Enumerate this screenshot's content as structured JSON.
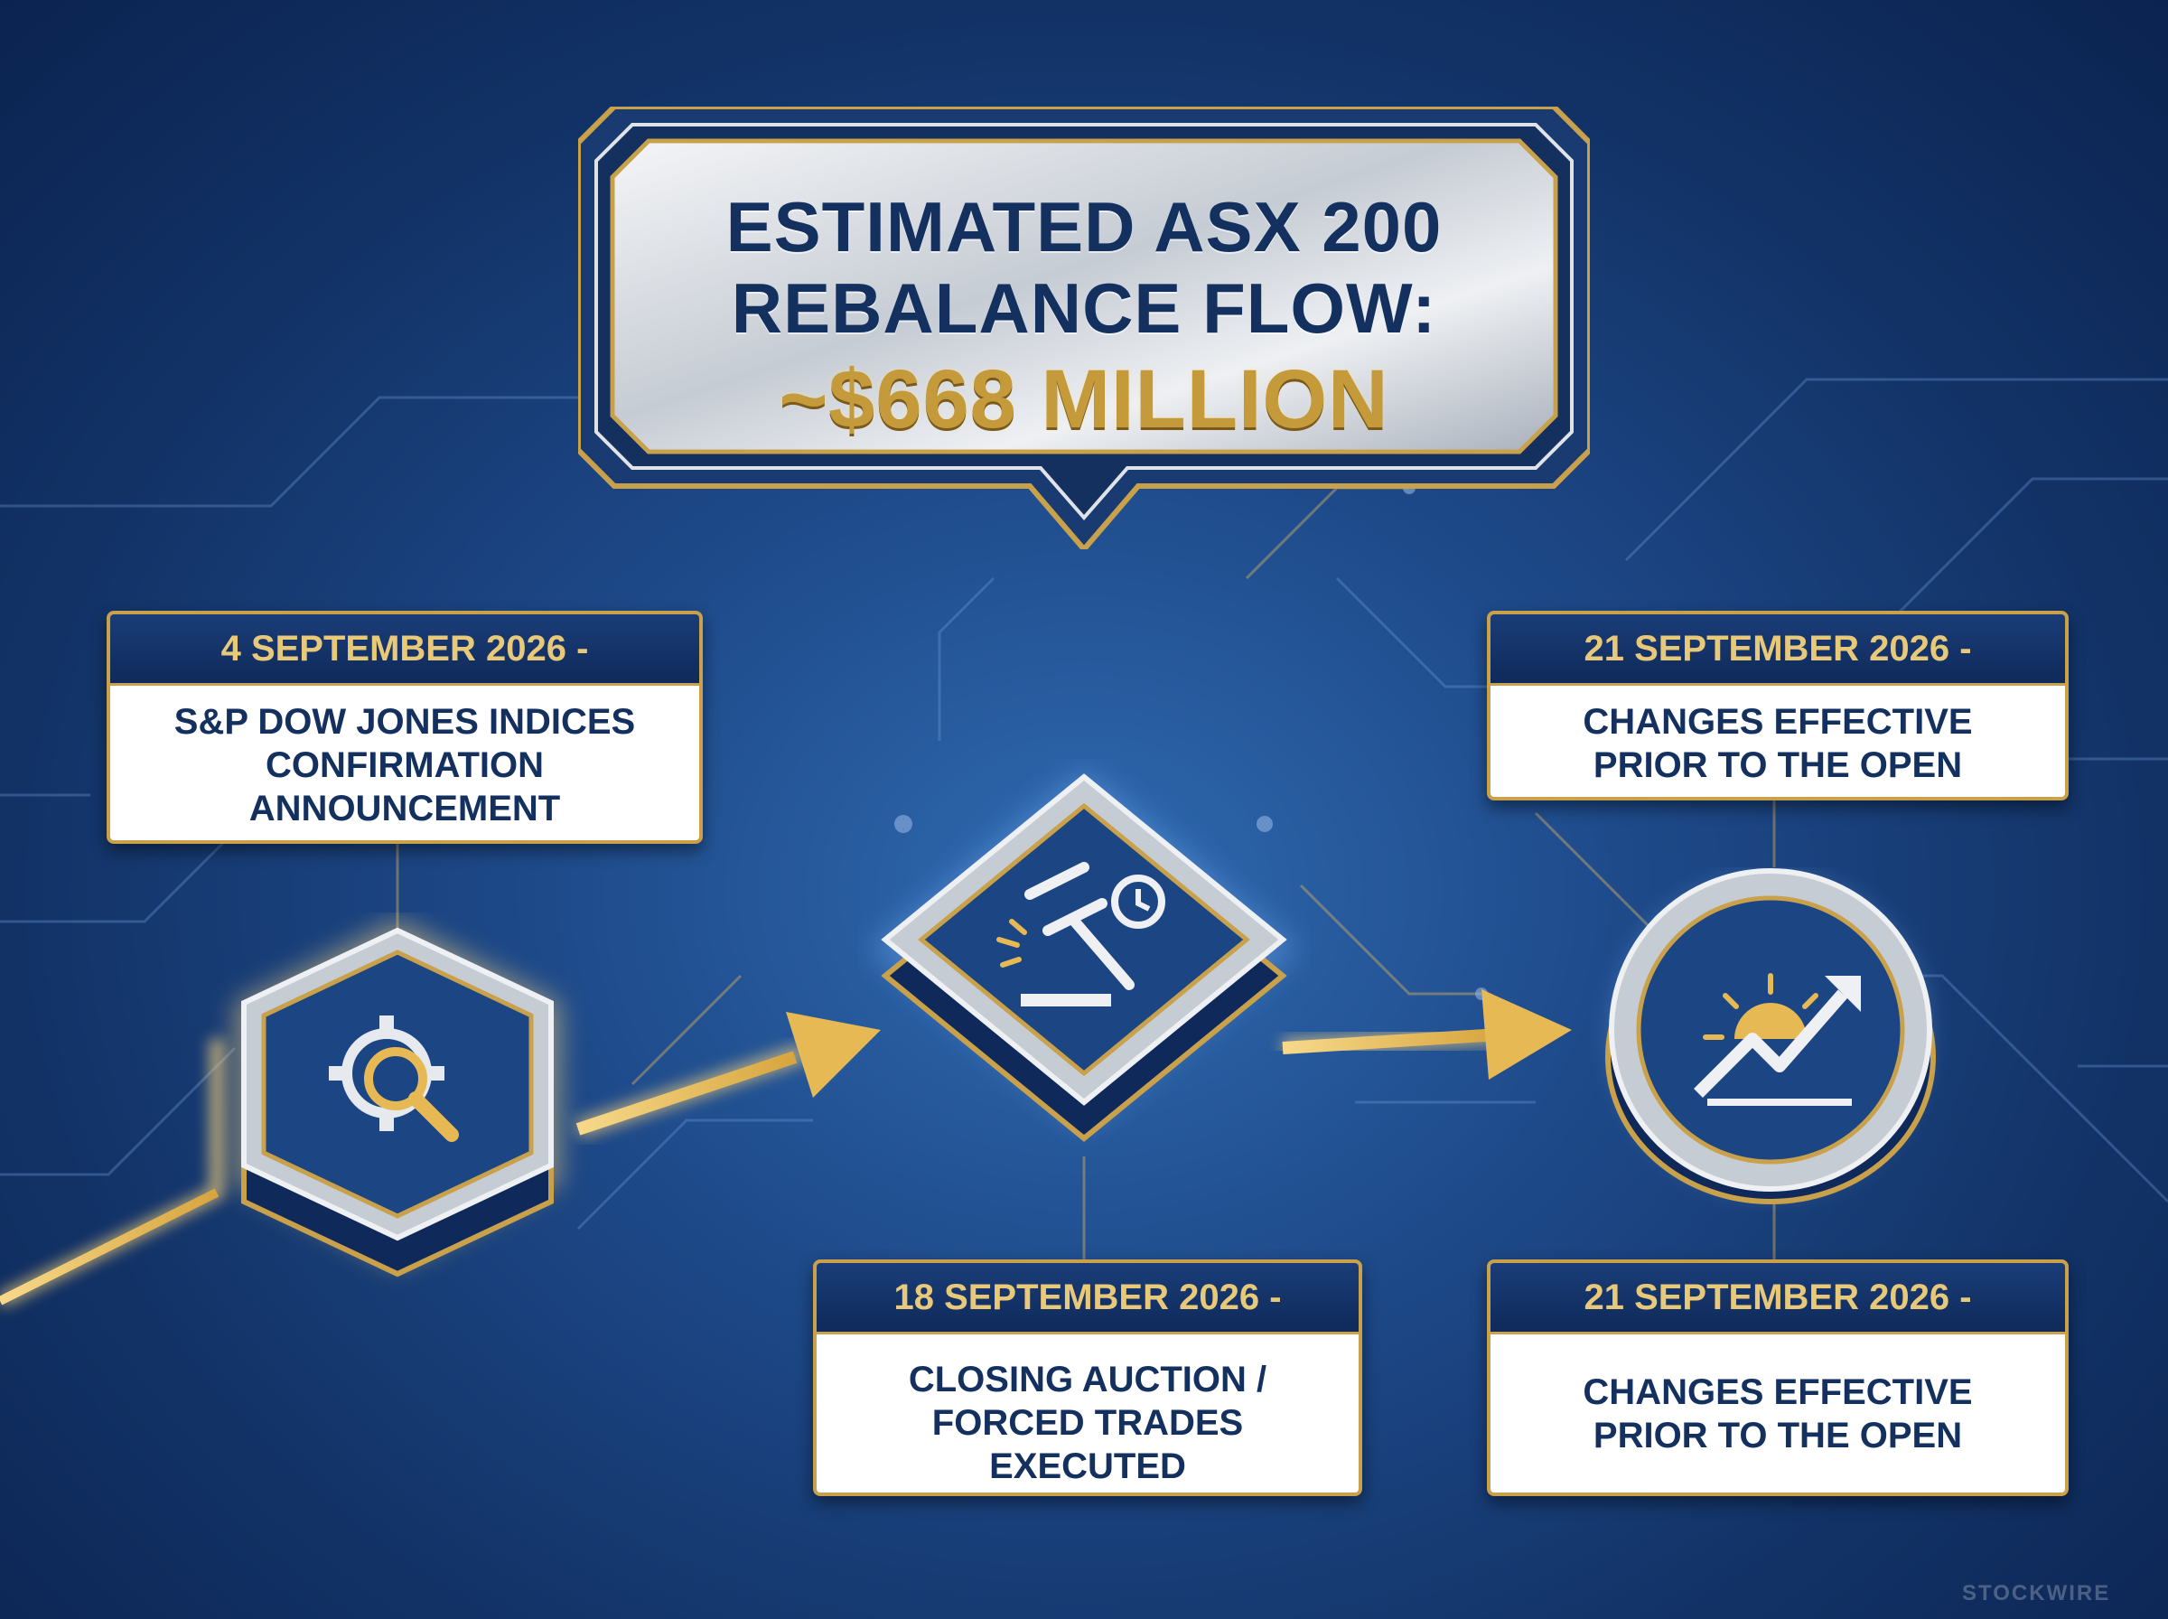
{
  "title": {
    "line1": "ESTIMATED ASX 200",
    "line2": "REBALANCE FLOW:",
    "line3": "~$668 MILLION"
  },
  "events": [
    {
      "date": "4 SEPTEMBER 2026 -",
      "description": "S&P DOW JONES INDICES\nCONFIRMATION\nANNOUNCEMENT",
      "icon": "gear-magnifier-icon"
    },
    {
      "date": "18 SEPTEMBER 2026 -",
      "description": "CLOSING AUCTION /\nFORCED TRADES\nEXECUTED",
      "icon": "gavel-clock-icon"
    },
    {
      "date": "21 SEPTEMBER 2026 -",
      "description": "CHANGES EFFECTIVE\nPRIOR TO THE OPEN",
      "icon": "sunrise-growth-arrow-icon"
    },
    {
      "date": "21 SEPTEMBER 2026 -",
      "description": "CHANGES EFFECTIVE\nPRIOR TO THE OPEN"
    }
  ],
  "watermark": "STOCKWIRE",
  "colors": {
    "navy": "#13305f",
    "gold": "#c9a14a",
    "silver": "#d9dde3",
    "background": "#1e4a8a"
  }
}
